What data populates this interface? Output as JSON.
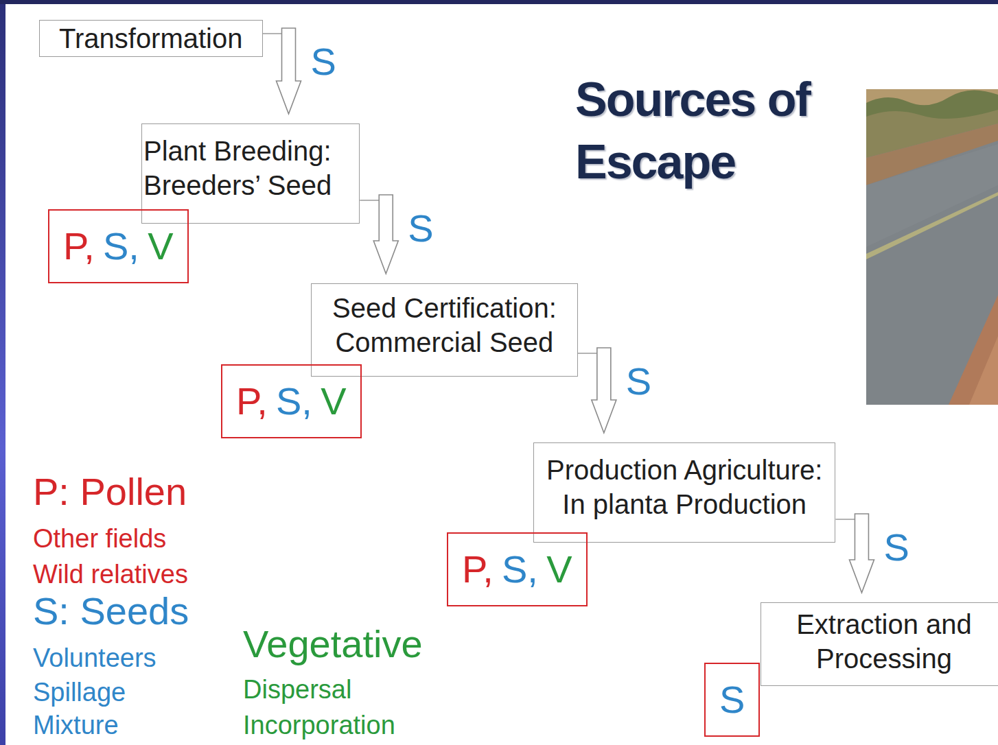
{
  "diagram": {
    "title": "Sources of Escape",
    "nodes": [
      {
        "text": [
          "Transformation"
        ]
      },
      {
        "text": [
          "Plant Breeding:",
          "Breeders’ Seed"
        ]
      },
      {
        "text": [
          "P,",
          "S,",
          "V"
        ]
      },
      {
        "text": [
          "Seed Certification:",
          "Commercial Seed"
        ]
      },
      {
        "text": [
          "P,",
          "S,",
          "V"
        ]
      },
      {
        "text": [
          "Production Agriculture:",
          "In planta Production"
        ]
      },
      {
        "text": [
          "P,",
          "S,",
          "V"
        ]
      },
      {
        "text": [
          "Extraction and Processing"
        ]
      },
      {
        "text": [
          "S"
        ]
      }
    ],
    "edges": [
      {
        "from": 0,
        "to": 1,
        "arrow": "to",
        "label": "S"
      },
      {
        "from": 1,
        "to": 3,
        "arrow": "to",
        "label": "S"
      },
      {
        "from": 3,
        "to": 5,
        "arrow": "to",
        "label": "S"
      },
      {
        "from": 5,
        "to": 7,
        "arrow": "to",
        "label": "S"
      }
    ],
    "labels": [
      "P: Pollen",
      "Other fields",
      "Wild relatives",
      "S: Seeds",
      "Volunteers",
      "Spillage",
      "Mixture",
      "Vegetative",
      "Dispersal",
      "Incorporation"
    ]
  }
}
